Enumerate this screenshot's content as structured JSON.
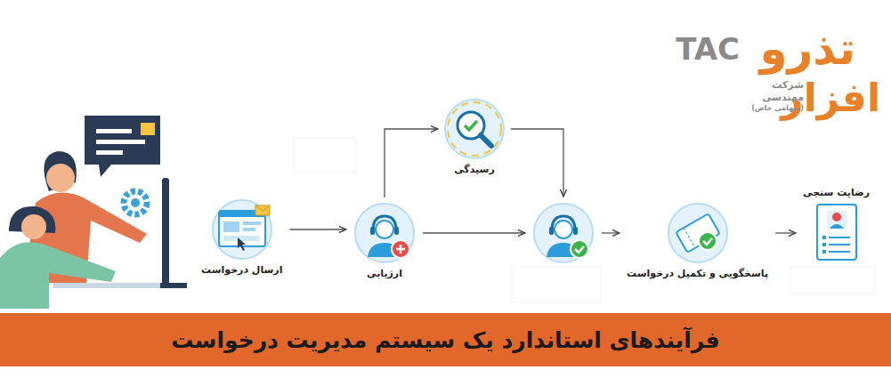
{
  "diagram": {
    "title": "فرآیندهای استاندارد یک سیستم مدیریت درخواست",
    "nodes": [
      {
        "text": [
          "ارسال درخواست"
        ]
      },
      {
        "text": [
          "ارزیابی"
        ]
      },
      {
        "text": [
          "رسیدگی"
        ]
      },
      {
        "text": []
      },
      {
        "text": [
          "پاسخگویی و تکمیل درخواست"
        ]
      },
      {
        "text": [
          "رضایت سنجی"
        ]
      }
    ],
    "edges": [
      {
        "from": 0,
        "to": 1,
        "arrow": "to"
      },
      {
        "from": 1,
        "to": 2,
        "arrow": "to"
      },
      {
        "from": 2,
        "to": 3,
        "arrow": "to"
      },
      {
        "from": 1,
        "to": 3,
        "arrow": "to"
      },
      {
        "from": 3,
        "to": 4,
        "arrow": "to"
      },
      {
        "from": 4,
        "to": 5,
        "arrow": "to"
      }
    ],
    "labels": [
      "تذرو",
      "TAC",
      "شرکت",
      "مهندسی",
      "افزار",
      "(سهامی خاص)"
    ]
  }
}
